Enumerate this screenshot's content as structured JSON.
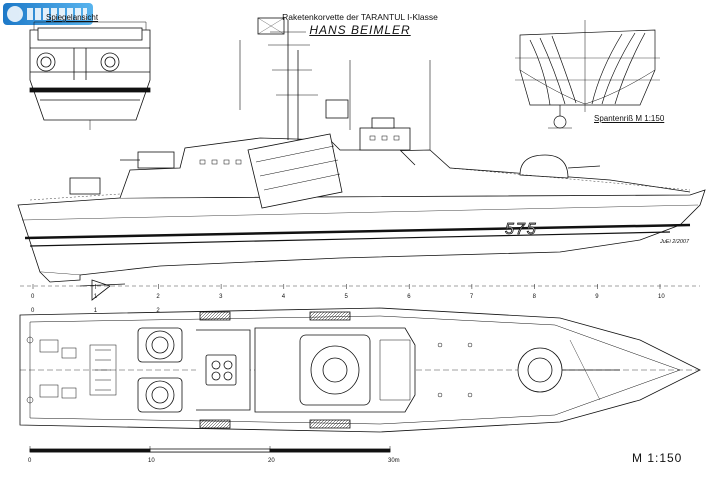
{
  "header": {
    "subtitle": "Raketenkorvette der TARANTUL I-Klasse",
    "title": "HANS BEIMLER"
  },
  "views": {
    "stern_label": "Spiegelansicht",
    "frames_label": "Spantenriß M 1:150"
  },
  "hull": {
    "number": "575"
  },
  "author": "JuEi 2/2007",
  "station_numbers": [
    "0",
    "1",
    "2",
    "3",
    "4",
    "5",
    "6",
    "7",
    "8",
    "9",
    "10"
  ],
  "top_stations": [
    "0",
    "1",
    "2"
  ],
  "scale_bar": {
    "ticks": [
      "0",
      "10",
      "20",
      "30m"
    ]
  },
  "scale": "M 1:150",
  "logo": {
    "icon": "site-logo-icon"
  }
}
